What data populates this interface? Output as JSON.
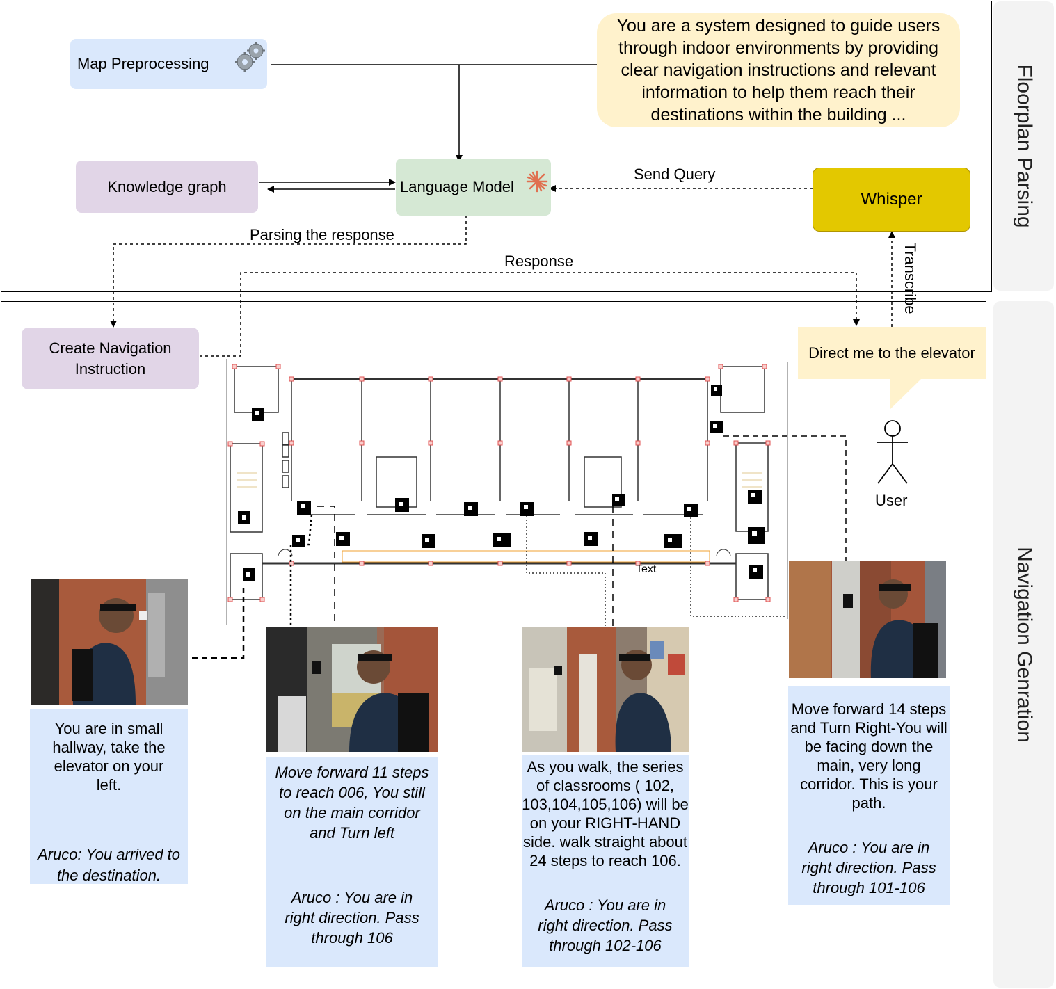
{
  "sections": {
    "top_label": "Floorplan Parsing",
    "bottom_label": "Navigation Genration"
  },
  "nodes": {
    "map_preprocessing": "Map Preprocessing",
    "knowledge_graph": "Knowledge graph",
    "language_model": "Language Model",
    "whisper": "Whisper",
    "create_nav": "Create Navigation Instruction",
    "system_prompt": "You are a system designed to guide users through indoor environments by providing clear navigation instructions and relevant information to help them reach their destinations within the building ...",
    "user_query": "Direct me to the elevator",
    "user": "User"
  },
  "edges": {
    "send_query": "Send Query",
    "parsing_response": "Parsing the response",
    "response": "Response",
    "transcribe": "Transcribe"
  },
  "floorplan": {
    "text_label": "Text"
  },
  "cards": [
    {
      "instruction": "You are in small hallway, take the elevator on your left.",
      "aruco": "Aruco: You arrived to the destination."
    },
    {
      "instruction": "Move forward 11 steps to reach 006, You still on the main corridor and Turn left",
      "aruco": "Aruco : You are in right direction. Pass through 106"
    },
    {
      "instruction": "As you walk, the series of classrooms ( 102, 103,104,105,106) will be on your RIGHT-HAND side. walk straight about 24 steps to reach 106.",
      "aruco": "Aruco : You are in right direction. Pass through 102-106"
    },
    {
      "instruction": "Move forward 14 steps and Turn Right-You will be facing down the main, very long corridor. This is your path.",
      "aruco": "Aruco : You are in right direction. Pass through 101-106"
    }
  ],
  "colors": {
    "map_preprocessing": "#dae8fc",
    "knowledge_graph": "#e1d5e7",
    "language_model": "#d5e8d4",
    "whisper": "#e3c800",
    "prompt": "#fff2cc",
    "card": "#dae8fc",
    "aruco_marker_corners": "#f8cecc"
  },
  "icons": [
    "gear-icon",
    "spark-icon",
    "stick-figure-icon",
    "aruco-marker-icon"
  ]
}
